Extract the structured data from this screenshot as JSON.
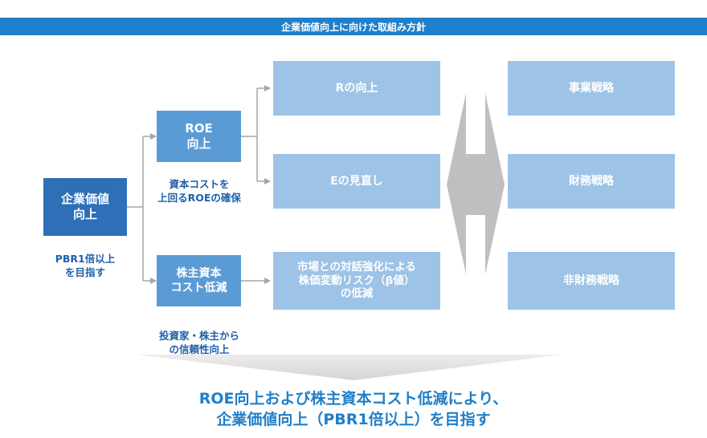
{
  "header": {
    "title": "企業価値向上に向けた取組み方針"
  },
  "root": {
    "label": "企業価値\n向上",
    "caption": "PBR1倍以上\nを目指す"
  },
  "mid": {
    "roe": {
      "label": "ROE\n向上",
      "caption": "資本コストを\n上回るROEの確保"
    },
    "cost": {
      "label": "株主資本\nコスト低減",
      "caption": "投資家・株主から\nの信頼性向上"
    }
  },
  "actions": {
    "r": "Rの向上",
    "e": "Eの見直し",
    "risk": "市場との対話強化による\n株価変動リスク（β値）\nの低減"
  },
  "strategies": {
    "business": "事業戦略",
    "finance": "財務戦略",
    "nonfinance": "非財務戦略"
  },
  "conclusion": {
    "line1": "ROE向上および株主資本コスト低減により、",
    "line2": "企業価値向上（PBR1倍以上）を目指す"
  },
  "colors": {
    "header": "#1f7fc9",
    "root_box": "#2e6fb7",
    "mid_box": "#5b9bd5",
    "light_box": "#9dc3e6",
    "connector": "#a6a6a6",
    "double_arrow": "#bfbfbf",
    "text_accent": "#1f5fa8"
  }
}
